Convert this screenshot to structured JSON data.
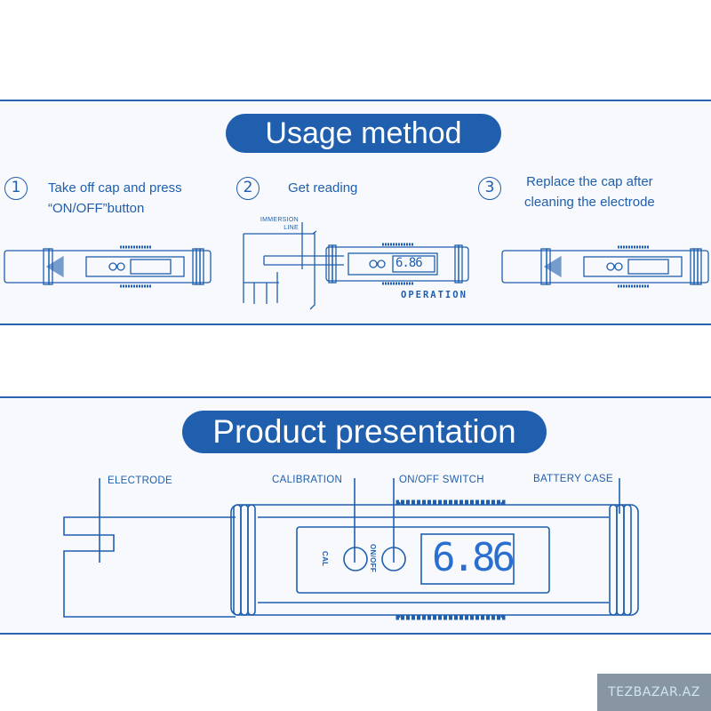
{
  "usage": {
    "title": "Usage method",
    "steps": [
      {
        "number": "1",
        "line1": "Take off cap and press",
        "line2": "“ON/OFF”button"
      },
      {
        "number": "2",
        "line1": "Get reading",
        "line2": ""
      },
      {
        "number": "3",
        "line1": "Replace the cap after",
        "line2": "cleaning the electrode"
      }
    ],
    "immersion_line": [
      "IMMERSION",
      "LINE"
    ],
    "operation": "OPERATION",
    "reading": "6.86"
  },
  "product": {
    "title": "Product presentation",
    "labels": {
      "electrode": "ELECTRODE",
      "calibration": "CALIBRATION",
      "onoff": "ON/OFF SWITCH",
      "battery": "BATTERY CASE"
    },
    "cal_button": "CAL",
    "onoff_button": "ON/OFF",
    "reading": "6.86"
  },
  "watermark": "TEZBAZAR.AZ",
  "colors": {
    "accent": "#1f5fae"
  }
}
